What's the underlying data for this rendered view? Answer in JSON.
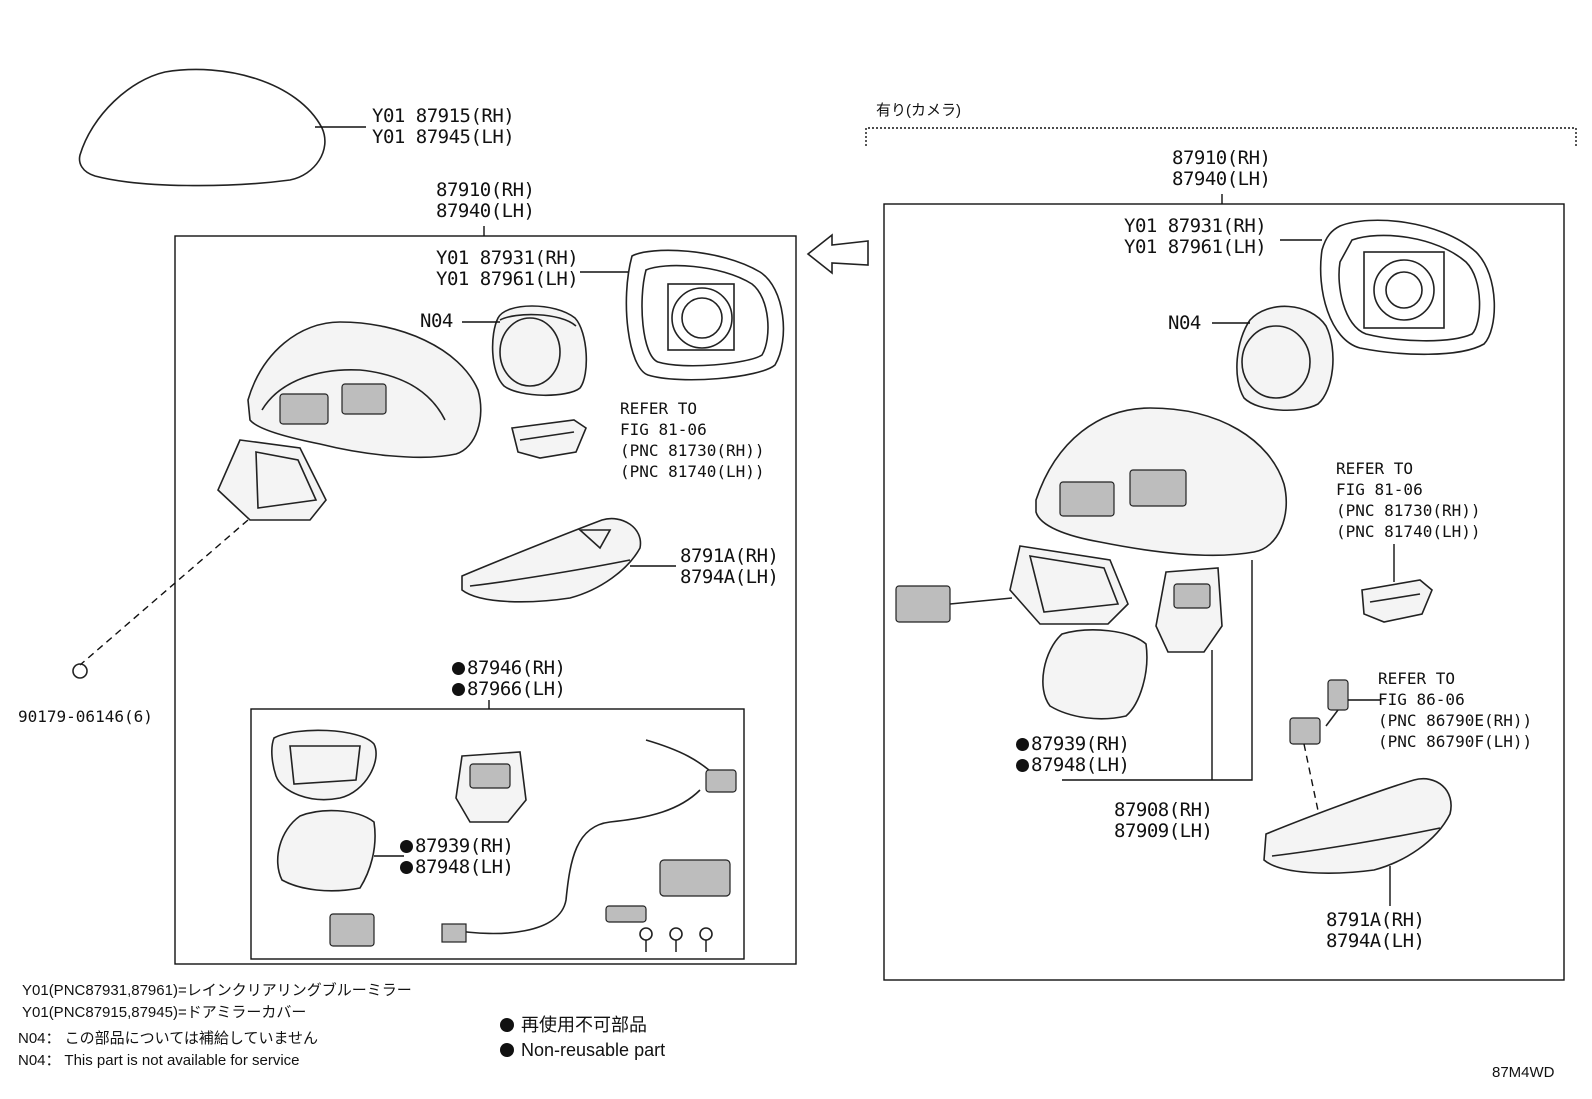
{
  "header": {
    "camera_note": "有り(カメラ)",
    "figure_code": "87M4WD"
  },
  "left_group": {
    "cover": {
      "line1": "Y01 87915(RH)",
      "line2": "Y01 87945(LH)"
    },
    "assembly": {
      "line1": "87910(RH)",
      "line2": "87940(LH)"
    },
    "mirror": {
      "line1": "Y01 87931(RH)",
      "line2": "Y01 87961(LH)"
    },
    "n04": "N04",
    "refer": {
      "line1": "REFER TO",
      "line2": "FIG 81-06",
      "line3": "(PNC 81730(RH))",
      "line4": "(PNC 81740(LH))"
    },
    "lamp": {
      "line1": "8791A(RH)",
      "line2": "8794A(LH)"
    },
    "subkit": {
      "line1": "87946(RH)",
      "line2": "87966(LH)"
    },
    "lower_cover": {
      "line1": "87939(RH)",
      "line2": "87948(LH)"
    },
    "clip": "90179-06146(6)"
  },
  "right_group": {
    "assembly": {
      "line1": "87910(RH)",
      "line2": "87940(LH)"
    },
    "mirror": {
      "line1": "Y01 87931(RH)",
      "line2": "Y01 87961(LH)"
    },
    "n04": "N04",
    "refer_a": {
      "line1": "REFER TO",
      "line2": "FIG 81-06",
      "line3": "(PNC 81730(RH))",
      "line4": "(PNC 81740(LH))"
    },
    "refer_b": {
      "line1": "REFER TO",
      "line2": "FIG 86-06",
      "line3": "(PNC 86790E(RH))",
      "line4": "(PNC 86790F(LH))"
    },
    "lower_cover": {
      "line1": "87939(RH)",
      "line2": "87948(LH)"
    },
    "housing": {
      "line1": "87908(RH)",
      "line2": "87909(LH)"
    },
    "lamp": {
      "line1": "8791A(RH)",
      "line2": "8794A(LH)"
    }
  },
  "notes": {
    "y01_mirror": "Y01(PNC87931,87961)=レインクリアリングブルーミラー",
    "y01_cover": "Y01(PNC87915,87945)=ドアミラーカバー",
    "n04_jp": "N04： この部品については補給していません",
    "n04_en": "N04： This part is not available for service",
    "nonreuse_jp": "再使用不可部品",
    "nonreuse_en": "Non-reusable part"
  }
}
